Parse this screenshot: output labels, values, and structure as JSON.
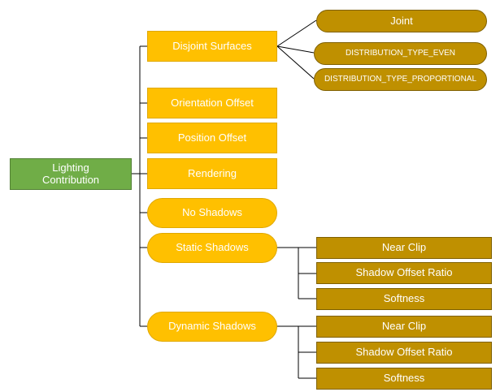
{
  "root": {
    "label": "Lighting\nContribution"
  },
  "branches": {
    "disjoint_surfaces": "Disjoint Surfaces",
    "orientation_offset": "Orientation Offset",
    "position_offset": "Position Offset",
    "rendering": "Rendering",
    "no_shadows": "No Shadows",
    "static_shadows": "Static Shadows",
    "dynamic_shadows": "Dynamic Shadows"
  },
  "disjoint_children": {
    "joint": "Joint",
    "distribution_even": "DISTRIBUTION_TYPE_EVEN",
    "distribution_proportional": "DISTRIBUTION_TYPE_PROPORTIONAL"
  },
  "static_children": {
    "near_clip": "Near Clip",
    "shadow_offset_ratio": "Shadow Offset Ratio",
    "softness": "Softness"
  },
  "dynamic_children": {
    "near_clip": "Near Clip",
    "shadow_offset_ratio": "Shadow Offset Ratio",
    "softness": "Softness"
  },
  "colors": {
    "root": "#70ad47",
    "branch": "#ffc000",
    "leaf": "#bf9000",
    "connector": "#000000",
    "text": "#ffffff"
  }
}
